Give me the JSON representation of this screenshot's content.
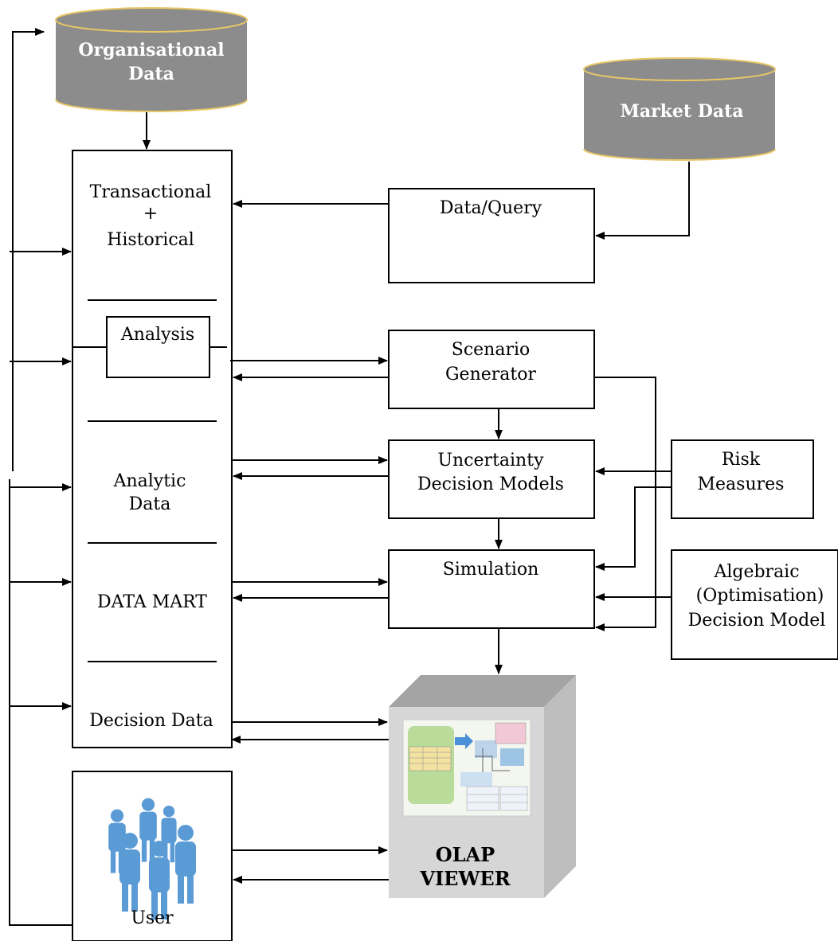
{
  "nodes": {
    "organisational_data": [
      "Organisational",
      "Data"
    ],
    "market_data": "Market Data",
    "warehouse": {
      "transactional": [
        "Transactional",
        "+",
        "Historical"
      ],
      "analysis": "Analysis",
      "analytic_data": [
        "Analytic",
        "Data"
      ],
      "data_mart": "DATA MART",
      "decision_data": "Decision Data"
    },
    "data_query": "Data/Query",
    "scenario_generator": [
      "Scenario",
      "Generator"
    ],
    "uncertainty_models": [
      "Uncertainty",
      "Decision Models"
    ],
    "risk_measures": [
      "Risk",
      "Measures"
    ],
    "simulation": "Simulation",
    "algebraic_model": [
      "Algebraic",
      "(Optimisation)",
      "Decision Model"
    ],
    "olap_viewer": [
      "OLAP",
      "VIEWER"
    ],
    "user": "User"
  },
  "colors": {
    "database_fill": "#8c8c8c",
    "database_rim": "#e8c766",
    "cube_front": "#d6d6d6",
    "cube_top": "#a4a4a4",
    "cube_side": "#bdbdbd",
    "user_icon": "#5b9bd5",
    "lines": "#000000"
  }
}
